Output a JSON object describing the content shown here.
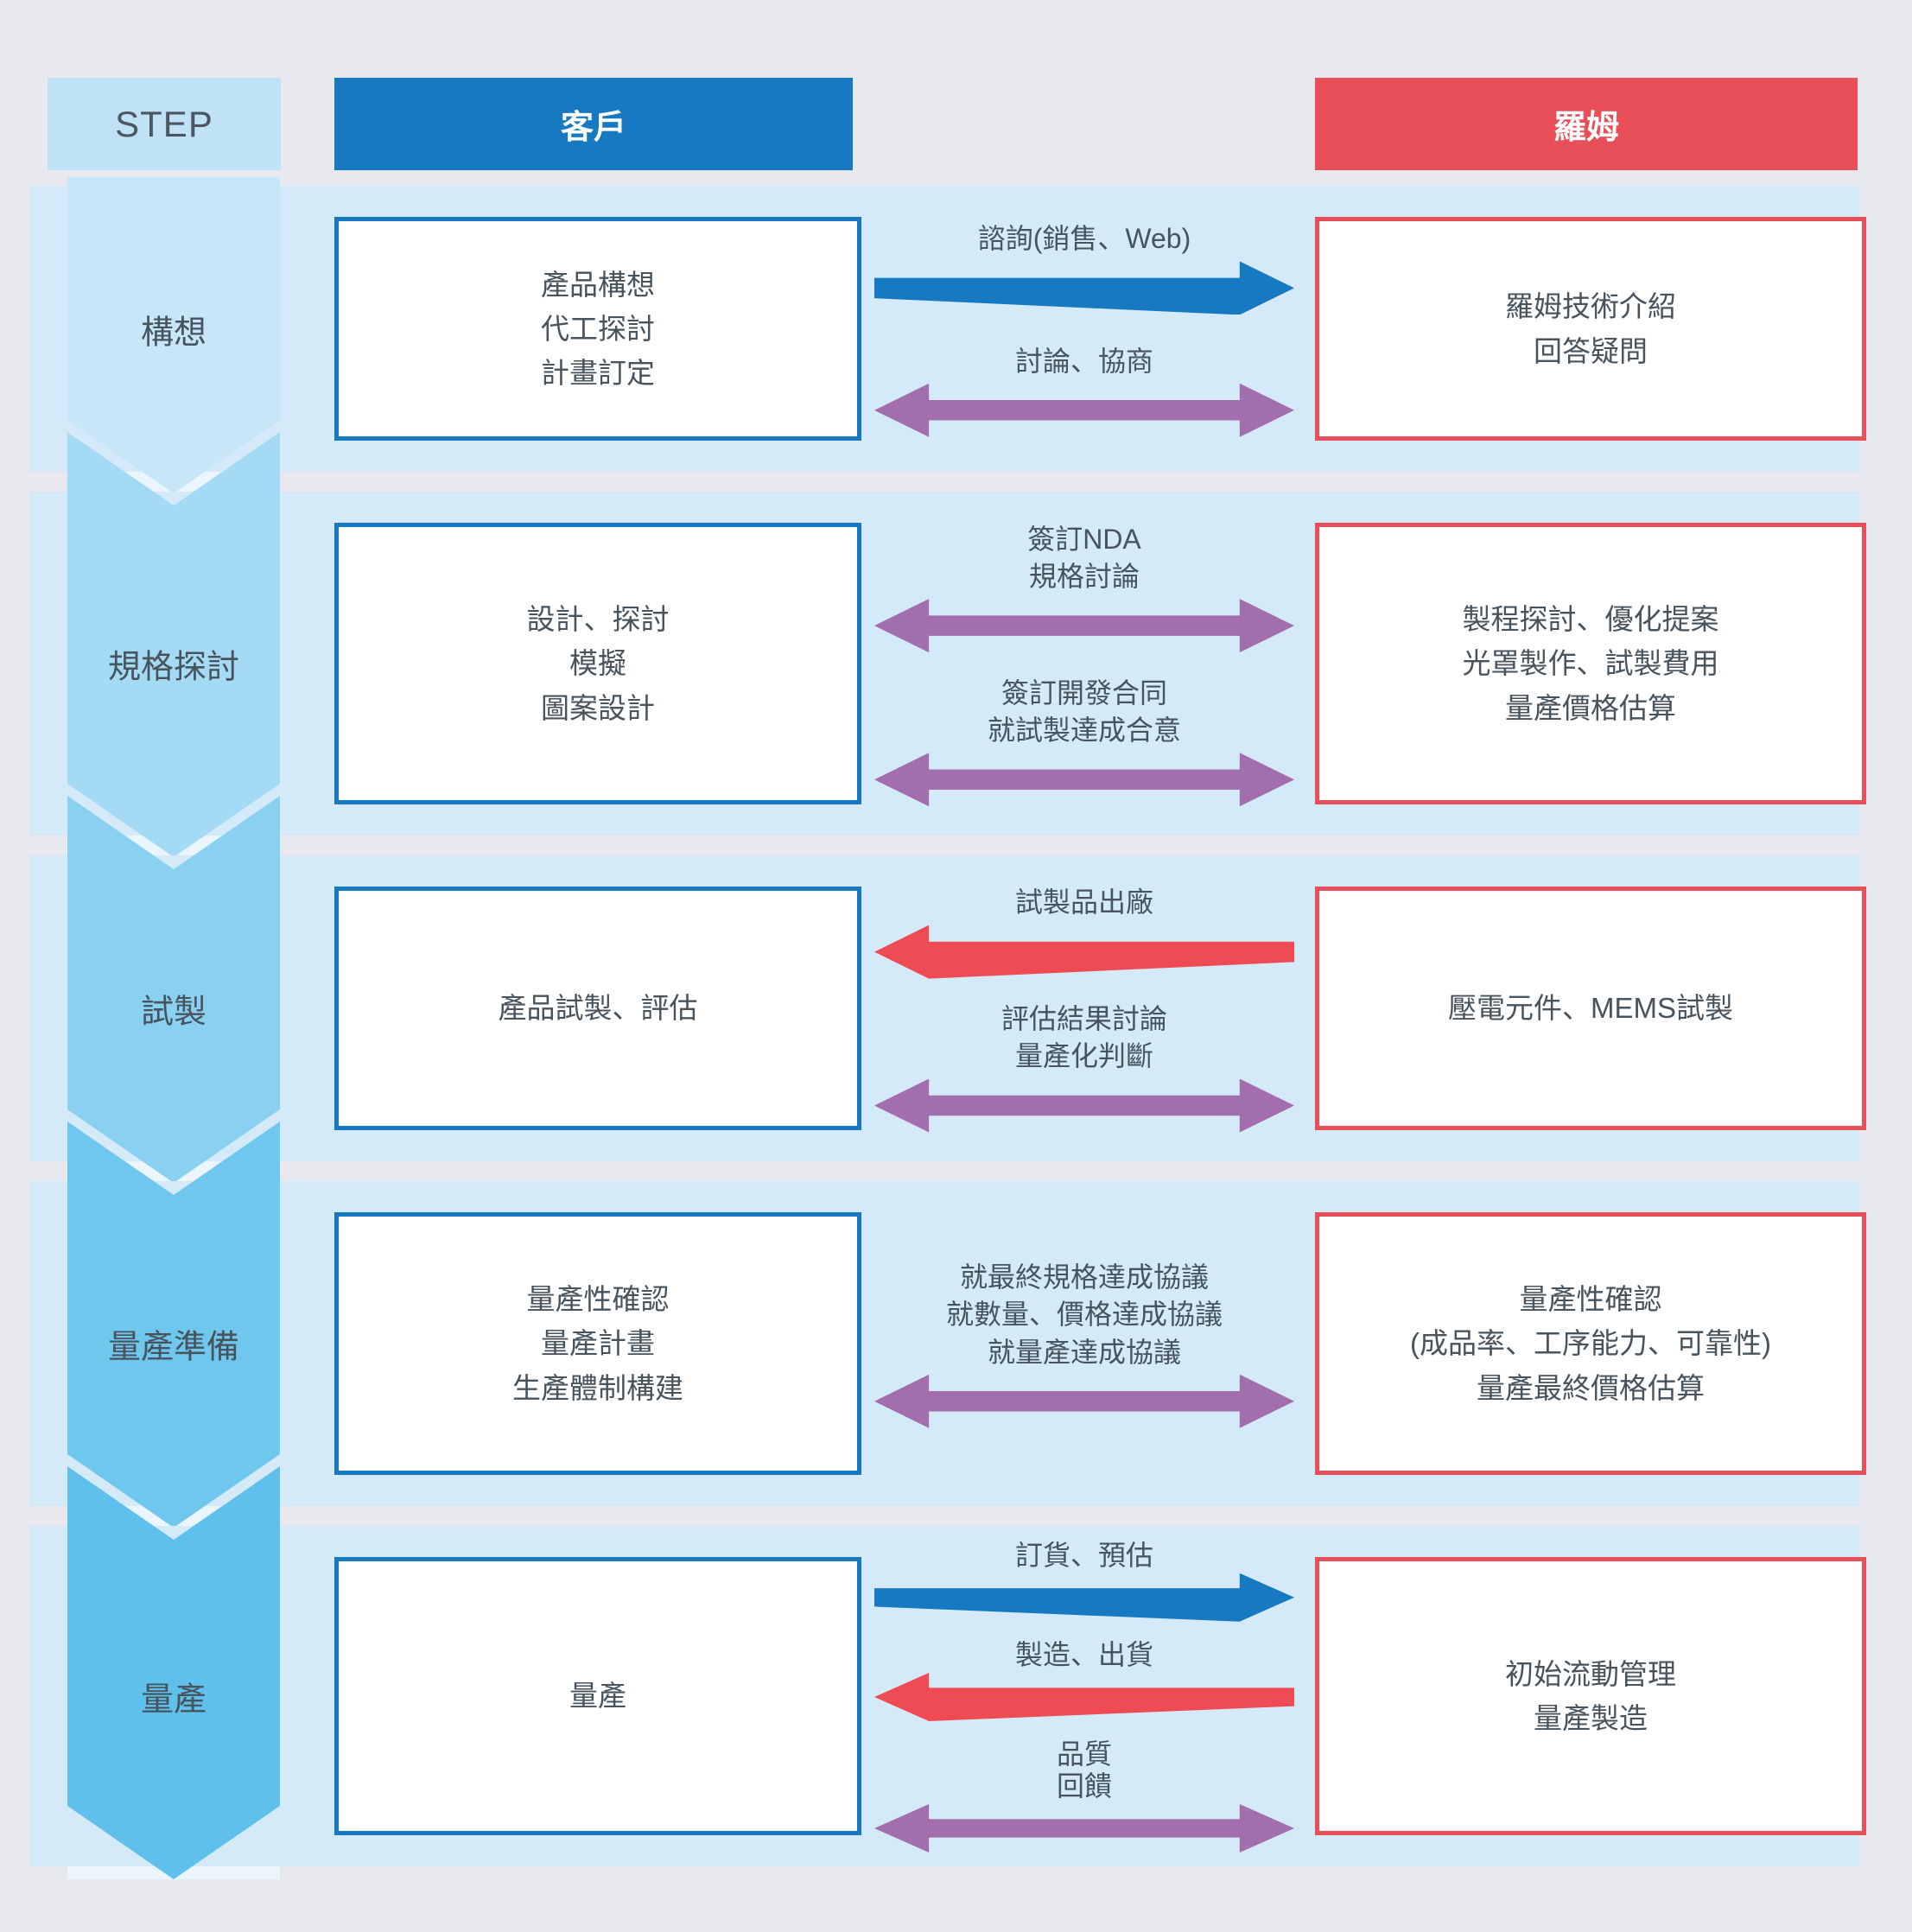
{
  "header": {
    "step": "STEP",
    "customer": "客戶",
    "rohm": "羅姆"
  },
  "colors": {
    "page_bg": "#e7e9ee",
    "band": "#d4eaf8",
    "step_box": "#bfe2f6",
    "chevron_strip": "#eaf5fd",
    "chevron_shades": [
      "#c7e6f8",
      "#a5daf4",
      "#8ad0f1",
      "#70c7ee",
      "#5ec0eb"
    ],
    "blue": "#1879c3",
    "red": "#ee4b55",
    "purple": "#a26eae",
    "header_red": "#e84f58",
    "text": "#47535d"
  },
  "rows": [
    {
      "step": "構想",
      "customer_lines": [
        "產品構想",
        "代工探討",
        "計畫訂定"
      ],
      "rohm_lines": [
        "羅姆技術介紹",
        "回答疑問"
      ],
      "arrows": [
        {
          "direction": "right",
          "color_key": "blue",
          "label_lines": [
            "諮詢(銷售、Web)"
          ]
        },
        {
          "direction": "both",
          "color_key": "purple",
          "label_lines": [
            "討論、協商"
          ]
        }
      ]
    },
    {
      "step": "規格探討",
      "customer_lines": [
        "設計、探討",
        "模擬",
        "圖案設計"
      ],
      "rohm_lines": [
        "製程探討、優化提案",
        "光罩製作、試製費用",
        "量產價格估算"
      ],
      "arrows": [
        {
          "direction": "both",
          "color_key": "purple",
          "label_lines": [
            "簽訂NDA",
            "規格討論"
          ]
        },
        {
          "direction": "both",
          "color_key": "purple",
          "label_lines": [
            "簽訂開發合同",
            "就試製達成合意"
          ]
        }
      ]
    },
    {
      "step": "試製",
      "customer_lines": [
        "產品試製、評估"
      ],
      "rohm_lines": [
        "壓電元件、MEMS試製"
      ],
      "arrows": [
        {
          "direction": "left",
          "color_key": "red",
          "label_lines": [
            "試製品出廠"
          ]
        },
        {
          "direction": "both",
          "color_key": "purple",
          "label_lines": [
            "評估結果討論",
            "量產化判斷"
          ]
        }
      ]
    },
    {
      "step": "量產準備",
      "customer_lines": [
        "量產性確認",
        "量產計畫",
        "生產體制構建"
      ],
      "rohm_lines": [
        "量產性確認",
        "(成品率、工序能力、可靠性)",
        "量產最終價格估算"
      ],
      "arrows": [
        {
          "direction": "both",
          "color_key": "purple",
          "label_lines": [
            "就最終規格達成協議",
            "就數量、價格達成協議",
            "就量產達成協議"
          ]
        }
      ]
    },
    {
      "step": "量產",
      "customer_lines": [
        "量產"
      ],
      "rohm_lines": [
        "初始流動管理",
        "量產製造"
      ],
      "arrows": [
        {
          "direction": "right",
          "color_key": "blue",
          "label_lines": [
            "訂貨、預估"
          ]
        },
        {
          "direction": "left",
          "color_key": "red",
          "label_lines": [
            "製造、出貨"
          ]
        },
        {
          "direction": "both",
          "color_key": "purple",
          "label_lines": [
            "品質",
            "回饋"
          ]
        }
      ]
    }
  ]
}
